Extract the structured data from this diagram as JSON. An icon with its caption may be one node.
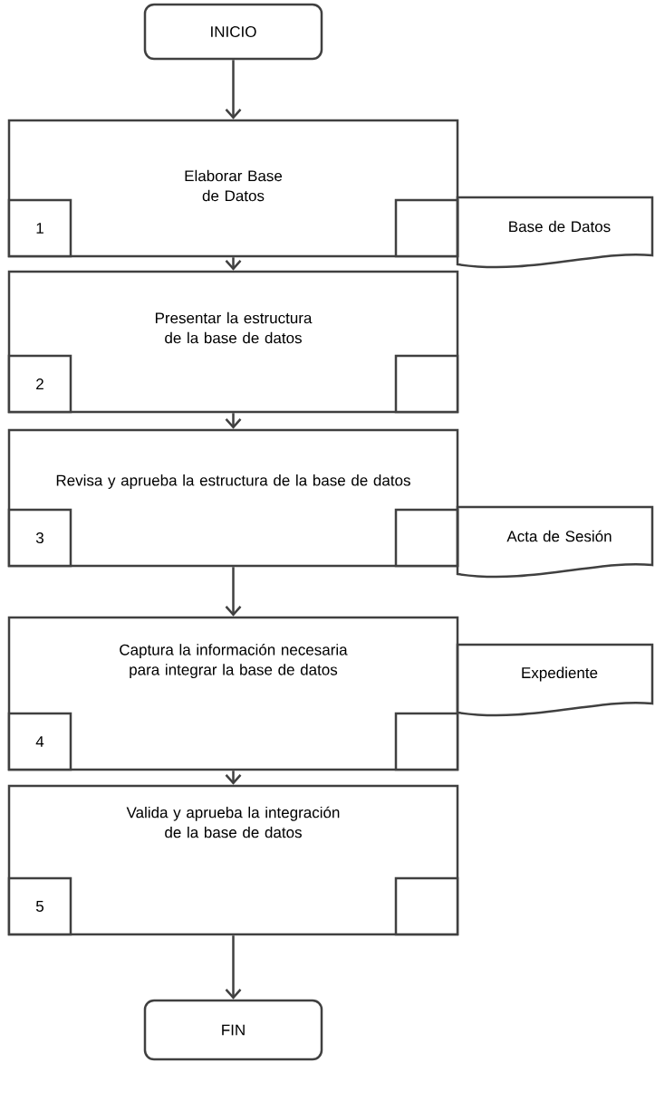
{
  "diagram": {
    "nodes": [
      {
        "text": [
          "INICIO"
        ]
      },
      {
        "text": [
          "Elaborar Base de Datos"
        ]
      },
      {
        "text": [
          "1"
        ],
        "in": 1
      },
      {
        "text": [],
        "shape": "box",
        "in": 1
      },
      {
        "text": [
          "Base de Datos"
        ]
      },
      {
        "text": [
          "Presentar la estructura de la base de datos"
        ]
      },
      {
        "text": [
          "2"
        ],
        "in": 5
      },
      {
        "text": [],
        "shape": "box",
        "in": 5
      },
      {
        "text": [
          "Revisa y aprueba la estructura de la base de datos"
        ]
      },
      {
        "text": [
          "3"
        ],
        "in": 8
      },
      {
        "text": [],
        "shape": "box",
        "in": 8
      },
      {
        "text": [
          "Acta de Sesión"
        ]
      },
      {
        "text": [
          "Captura la información necesaria para integrar la base de datos"
        ]
      },
      {
        "text": [
          "4"
        ],
        "in": 12
      },
      {
        "text": [],
        "shape": "box",
        "in": 12
      },
      {
        "text": [
          "Expediente"
        ]
      },
      {
        "text": [
          "Valida y aprueba la integración de la base de datos"
        ]
      },
      {
        "text": [
          "5"
        ],
        "in": 16
      },
      {
        "text": [],
        "shape": "box",
        "in": 16
      },
      {
        "text": [
          "FIN"
        ]
      }
    ],
    "edges": [
      {
        "from": 0,
        "to": 1,
        "arrow": "to"
      },
      {
        "from": 1,
        "to": 5,
        "arrow": "to"
      },
      {
        "from": 5,
        "to": 8,
        "arrow": "to"
      },
      {
        "from": 8,
        "to": 12,
        "arrow": "to"
      },
      {
        "from": 12,
        "to": 16,
        "arrow": "to"
      },
      {
        "from": 16,
        "to": 19,
        "arrow": "to"
      }
    ]
  }
}
